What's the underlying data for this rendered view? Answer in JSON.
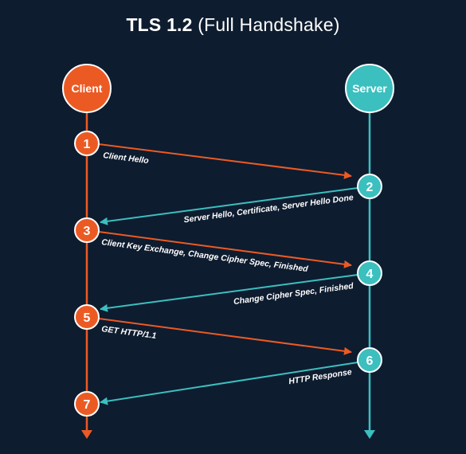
{
  "title": {
    "bold": "TLS 1.2",
    "rest": "(Full Handshake)"
  },
  "colors": {
    "background": "#0e1c2f",
    "client": "#ec5a24",
    "server": "#3bbfbf",
    "text": "#ffffff"
  },
  "actors": {
    "client": "Client",
    "server": "Server"
  },
  "steps": [
    "1",
    "2",
    "3",
    "4",
    "5",
    "6",
    "7"
  ],
  "messages": [
    {
      "text": "Client Hello",
      "from": "client",
      "to": "server"
    },
    {
      "text": "Server Hello, Certificate, Server Hello Done",
      "from": "server",
      "to": "client"
    },
    {
      "text": "Client Key Exchange, Change Cipher Spec, Finished",
      "from": "client",
      "to": "server"
    },
    {
      "text": "Change Cipher Spec, Finished",
      "from": "server",
      "to": "client"
    },
    {
      "text": "GET HTTP/1.1",
      "from": "client",
      "to": "server"
    },
    {
      "text": "HTTP Response",
      "from": "server",
      "to": "client"
    }
  ]
}
